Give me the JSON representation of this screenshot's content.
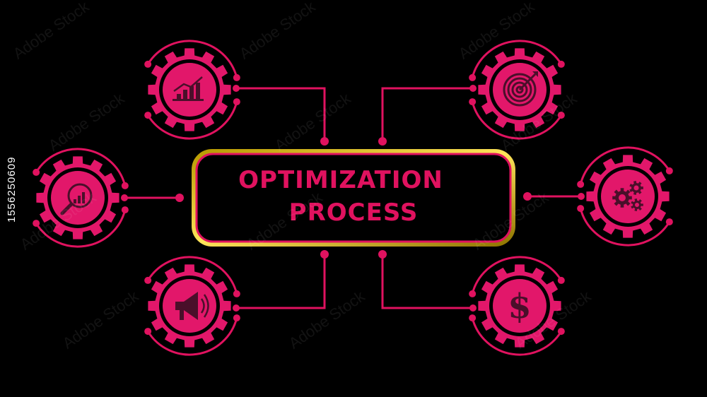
{
  "title": {
    "line1": "OPTIMIZATION",
    "line2": "PROCESS"
  },
  "stock_id": "1556250609",
  "watermark": "Adobe Stock",
  "colors": {
    "background": "#000000",
    "accent": "#e0125f",
    "gear_fill": "#e2176a",
    "icon_dark": "#4a0f2a",
    "gold_border": "#d8b400"
  },
  "nodes": [
    {
      "id": "growth-chart",
      "icon": "bar-chart-growth-icon"
    },
    {
      "id": "target",
      "icon": "target-icon"
    },
    {
      "id": "analysis",
      "icon": "magnifier-chart-icon"
    },
    {
      "id": "settings",
      "icon": "gears-icon"
    },
    {
      "id": "marketing",
      "icon": "megaphone-icon"
    },
    {
      "id": "finance",
      "icon": "dollar-icon"
    }
  ]
}
